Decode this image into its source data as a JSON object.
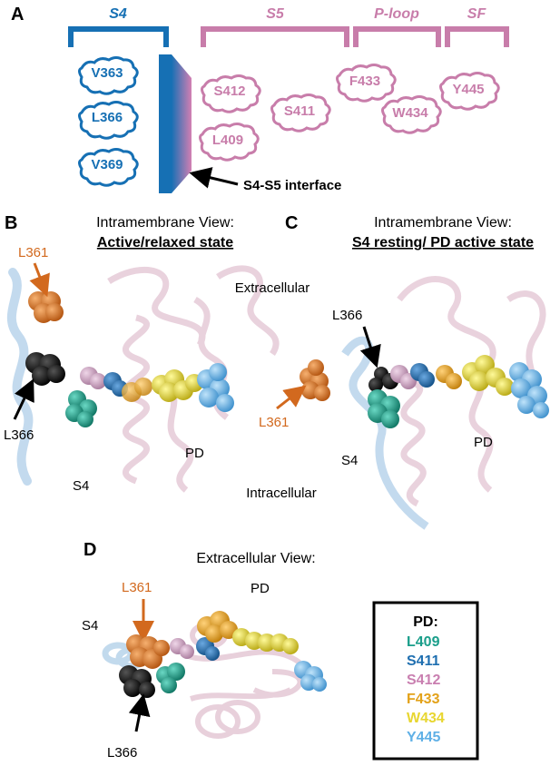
{
  "panel_a": {
    "letter": "A",
    "brackets": {
      "s4": "S4",
      "s5": "S5",
      "ploop": "P-loop",
      "sf": "SF"
    },
    "residues_s4": [
      "V363",
      "L366",
      "V369"
    ],
    "residues_pd": [
      "S412",
      "S411",
      "L409",
      "F433",
      "W434",
      "Y445"
    ],
    "interface_label": "S4-S5 interface"
  },
  "panel_b": {
    "letter": "B",
    "title_line1": "Intramembrane View:",
    "title_line2": "Active/relaxed state",
    "label_l361": "L361",
    "label_l366": "L366",
    "label_s4": "S4",
    "label_pd": "PD"
  },
  "panel_c": {
    "letter": "C",
    "title_line1": "Intramembrane View:",
    "title_line2": "S4 resting/ PD active state",
    "label_l361": "L361",
    "label_l366": "L366",
    "label_s4": "S4",
    "label_pd": "PD"
  },
  "middle": {
    "extracellular": "Extracellular",
    "intracellular": "Intracellular"
  },
  "panel_d": {
    "letter": "D",
    "title": "Extracellular View:",
    "label_pd": "PD",
    "label_s4": "S4",
    "label_l361": "L361",
    "label_l366": "L366"
  },
  "legend": {
    "title": "PD:",
    "items": [
      {
        "label": "L409",
        "color": "#1a9e8a"
      },
      {
        "label": "S411",
        "color": "#1f6fb0"
      },
      {
        "label": "S412",
        "color": "#c97fb0"
      },
      {
        "label": "F433",
        "color": "#e3a21a"
      },
      {
        "label": "W434",
        "color": "#e8d630"
      },
      {
        "label": "Y445",
        "color": "#5fb0e6"
      }
    ]
  },
  "colors": {
    "s4_blue": "#1670b4",
    "s5_pink": "#c87daa",
    "orange": "#d2691e",
    "black": "#000000",
    "teal": "#1a9e8a",
    "blue": "#1f6fb0",
    "pink": "#c9a0c0",
    "gold": "#e3a21a",
    "yellow": "#e8d630",
    "lightblue": "#5fb0e6"
  }
}
